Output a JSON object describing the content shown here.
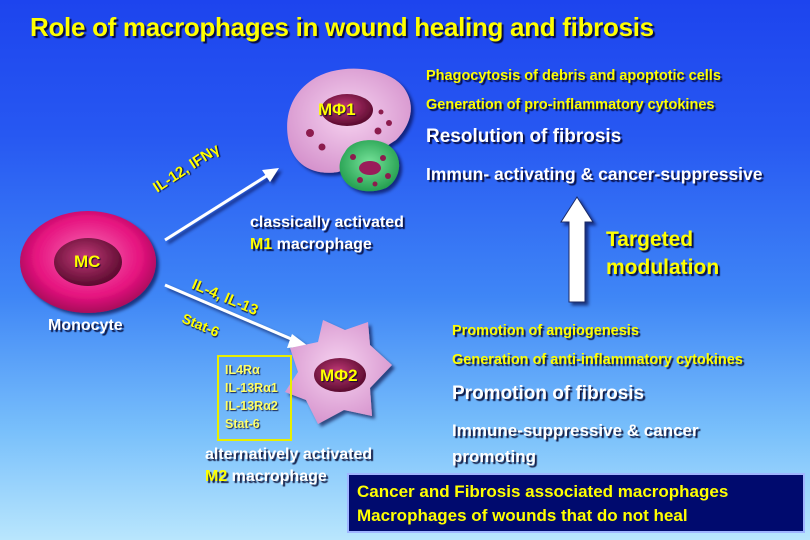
{
  "title": "Role of macrophages in wound healing and fibrosis",
  "monocyte": {
    "cell_label": "MC",
    "caption": "Monocyte"
  },
  "m1": {
    "cell_label": "MΦ1",
    "pathway_label": "IL-12, IFNγ",
    "caption_line1": "classically activated",
    "caption_prefix": "M1",
    "caption_suffix": " macrophage",
    "effects": {
      "phagocytosis": "Phagocytosis of debris and apoptotic cells",
      "cytokines": "Generation of pro-inflammatory cytokines",
      "resolution": "Resolution of fibrosis",
      "immune": "Immun- activating & cancer-suppressive"
    }
  },
  "m2": {
    "cell_label": "MΦ2",
    "pathway_label": "IL-4, IL-13",
    "pathway_sub": "Stat-6",
    "receptors": [
      "IL4Rα",
      "IL-13Rα1",
      "IL-13Rα2",
      "Stat-6"
    ],
    "caption_line1": "alternatively activated",
    "caption_prefix": "M2",
    "caption_suffix": " macrophage",
    "effects": {
      "angiogenesis": "Promotion of angiogenesis",
      "cytokines": "Generation of anti-inflammatory cytokines",
      "fibrosis": "Promotion of fibrosis",
      "immune_line1": "Immune-suppressive & cancer",
      "immune_line2": "promoting"
    }
  },
  "modulation": {
    "line1": "Targeted",
    "line2": "modulation"
  },
  "associated_box": {
    "line1": "Cancer and Fibrosis associated macrophages",
    "line2": "Macrophages of wounds that do not heal"
  },
  "colors": {
    "title": "#ffff00",
    "effect_small": "#ffff00",
    "effect_large": "#ffffff",
    "monocyte_outer": "#e6137f",
    "macrophage_body": "#e8b4e2",
    "nucleus": "#8c1c4e",
    "apoptotic_cell": "#33bb66",
    "box_fill": "#000a6e"
  }
}
